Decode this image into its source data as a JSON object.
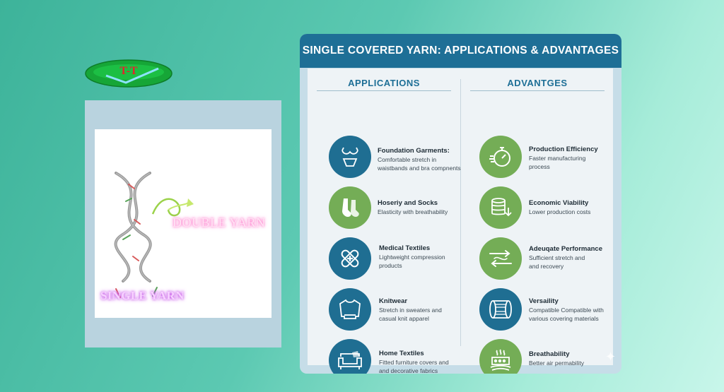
{
  "logo": {
    "text": "T-T",
    "icon": "checkmark-oval-logo-icon"
  },
  "illustration": {
    "double_label": "DOUBLE YARN",
    "single_label": "SINGLE YARN"
  },
  "card": {
    "title": "SINGLE COVERED YARN: APPLICATIONS & ADVANTAGES",
    "applications_heading": "APPLICATIONS",
    "advantages_heading": "ADVANTGES",
    "applications": [
      {
        "title": "Foundation Garments:",
        "desc": "Comfortable stretch in waistbands and bra compnents",
        "icon": "lingerie-icon"
      },
      {
        "title": "Hoseriy and Socks",
        "desc": "Elasticity with breathability",
        "icon": "socks-icon"
      },
      {
        "title": "Medical Textiles",
        "desc": "Lightweight compression products",
        "icon": "bandage-icon"
      },
      {
        "title": "Knitwear",
        "desc": "Stretch in sweaters and casual knit apparel",
        "icon": "sweater-icon"
      },
      {
        "title": "Home Textiles",
        "desc": "Fitted furniture covers and and decorative fabrics",
        "icon": "sofa-icon"
      }
    ],
    "advantages": [
      {
        "title": "Production Efficiency",
        "desc": "Faster manufacturing process",
        "icon": "stopwatch-icon"
      },
      {
        "title": "Economic Viability",
        "desc": "Lower production costs",
        "icon": "coins-icon"
      },
      {
        "title": "Adeuqate Performance",
        "desc": "Sufficient stretch and and recovery",
        "icon": "stretch-arrows-icon"
      },
      {
        "title": "Versaility",
        "desc": "Compatible Compatible with various covering materials",
        "icon": "yarn-spool-icon"
      },
      {
        "title": "Breathability",
        "desc": "Better air permability",
        "icon": "breathable-fabric-icon"
      }
    ]
  },
  "colors": {
    "header": "#1e6f96",
    "blue_circle": "#1f6e92",
    "green_circle": "#74ad56"
  }
}
